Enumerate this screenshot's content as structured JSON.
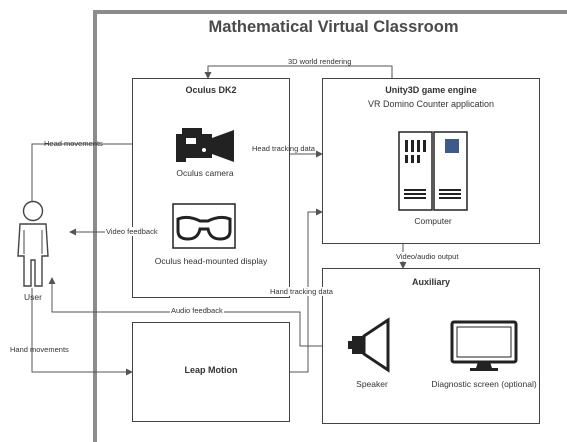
{
  "title": "Mathematical Virtual Classroom",
  "boxes": {
    "oculus": "Oculus DK2",
    "unity_title": "Unity3D game engine",
    "unity_sub": "VR Domino Counter application",
    "auxiliary": "Auxiliary",
    "leap": "Leap Motion"
  },
  "components": {
    "camera": "Oculus camera",
    "hmd": "Oculus head-mounted display",
    "computer": "Computer",
    "speaker": "Speaker",
    "screen": "Diagnostic screen (optional)",
    "user": "User"
  },
  "flows": {
    "rendering": "3D world rendering",
    "head_movements": "Head movements",
    "head_tracking": "Head tracking data",
    "video_feedback": "Video feedback",
    "video_audio": "Video/audio output",
    "hand_tracking": "Hand tracking data",
    "audio_feedback": "Audio feedback",
    "hand_movements": "Hand movements"
  },
  "colors": {
    "frame": "#8c8c8c",
    "line": "#555555",
    "box": "#444444"
  }
}
